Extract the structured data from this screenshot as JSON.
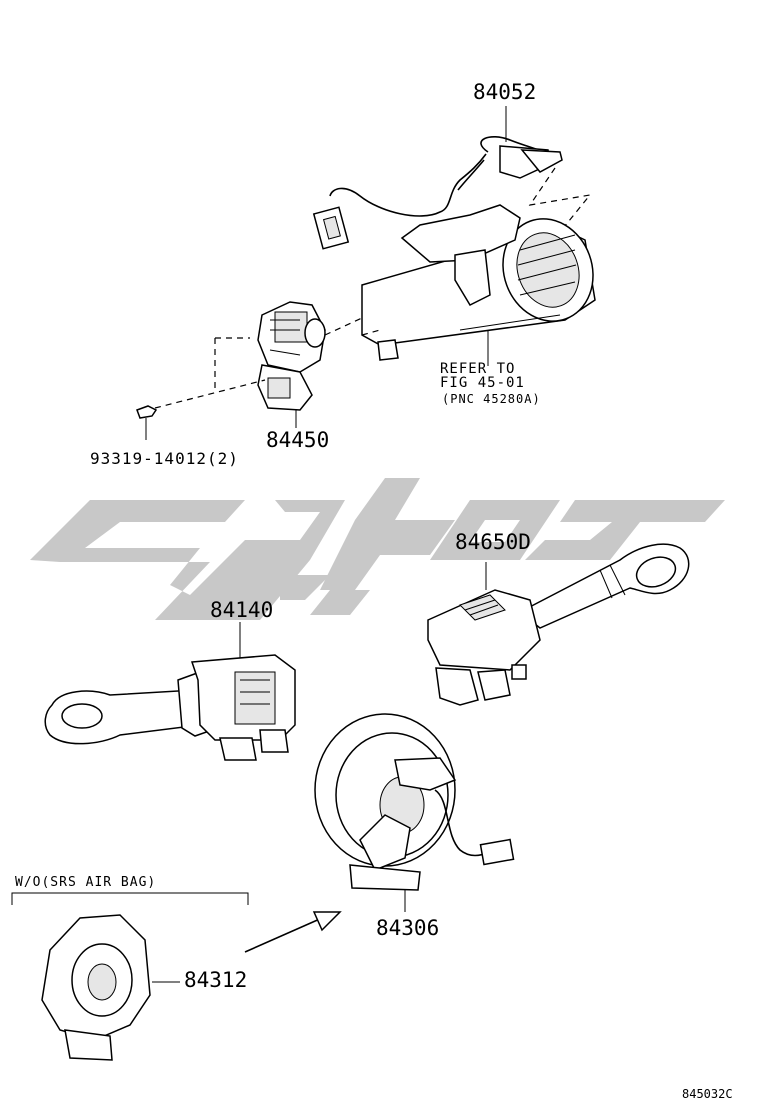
{
  "labels": {
    "p84052": "84052",
    "p84450": "84450",
    "p93319": "93319-14012(2)",
    "refer_line1": "REFER TO",
    "refer_line2": "FIG 45-01",
    "refer_line3": "(PNC 45280A)",
    "p84650d": "84650D",
    "p84140": "84140",
    "p84306": "84306",
    "p84312": "84312",
    "wo_srs": "W/O(SRS AIR BAG)",
    "drawing_code": "845032C"
  },
  "watermark": {
    "color": "#c8c8c8"
  }
}
